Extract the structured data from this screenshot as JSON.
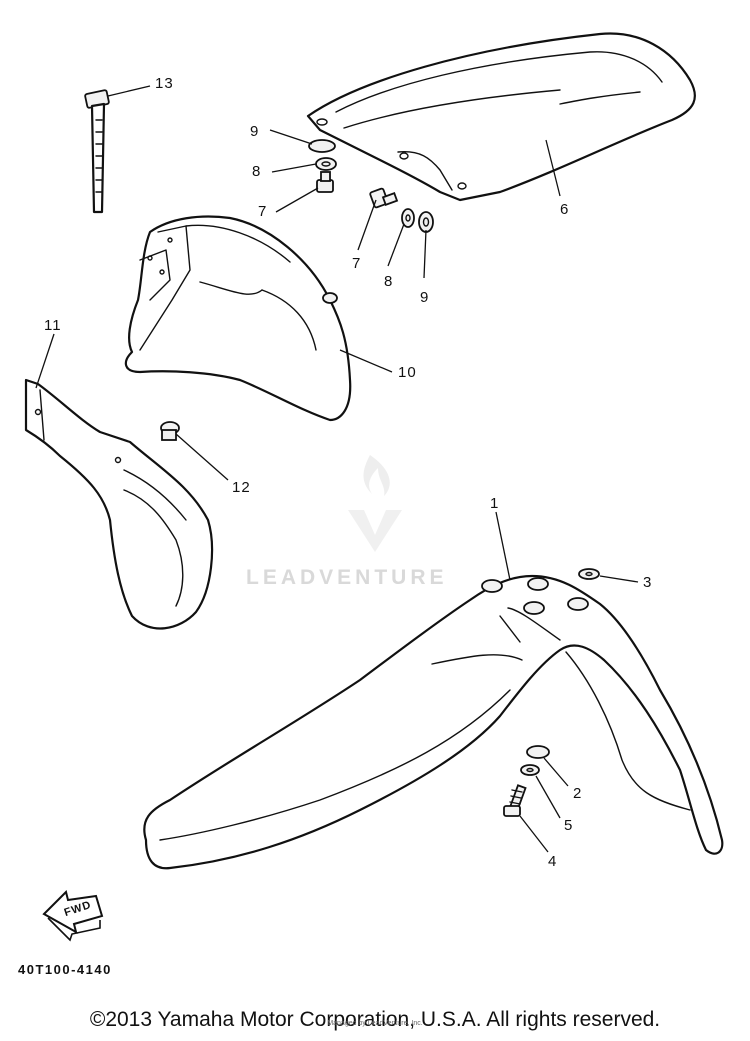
{
  "diagram": {
    "callouts": [
      {
        "id": "c1",
        "label": "1"
      },
      {
        "id": "c2",
        "label": "2"
      },
      {
        "id": "c3",
        "label": "3"
      },
      {
        "id": "c4",
        "label": "4"
      },
      {
        "id": "c5",
        "label": "5"
      },
      {
        "id": "c6",
        "label": "6"
      },
      {
        "id": "c7a",
        "label": "7"
      },
      {
        "id": "c7b",
        "label": "7"
      },
      {
        "id": "c8a",
        "label": "8"
      },
      {
        "id": "c8b",
        "label": "8"
      },
      {
        "id": "c9a",
        "label": "9"
      },
      {
        "id": "c9b",
        "label": "9"
      },
      {
        "id": "c10",
        "label": "10"
      },
      {
        "id": "c11",
        "label": "11"
      },
      {
        "id": "c12",
        "label": "12"
      },
      {
        "id": "c13",
        "label": "13"
      }
    ],
    "fwd_label": "FWD",
    "diagram_code": "40T100-4140"
  },
  "watermark": {
    "text": "LEADVENTURE"
  },
  "footer": {
    "copyright": "©2013 Yamaha Motor Corporation, U.S.A. All rights reserved.",
    "sub": "Managed by LeadVenture, Inc."
  },
  "colors": {
    "ink": "#111111",
    "paper": "#ffffff",
    "watermark": "#d9d9d9"
  }
}
